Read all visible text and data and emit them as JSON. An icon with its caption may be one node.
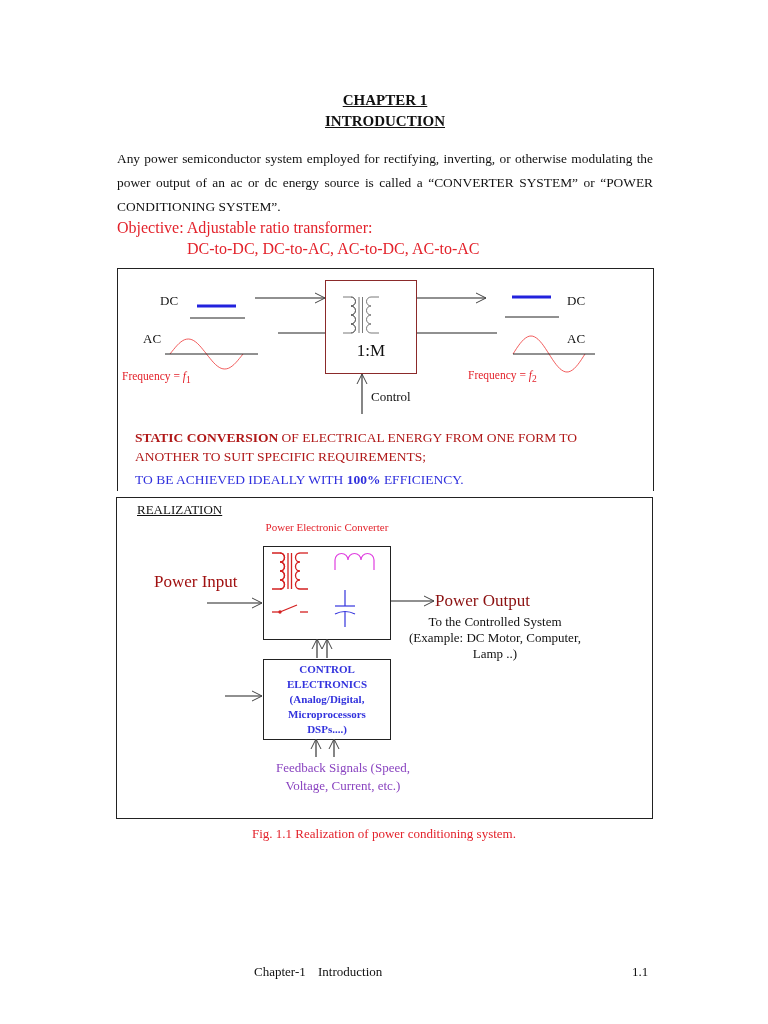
{
  "diagram": {
    "title": "CHAPTER 1 INTRODUCTION",
    "caption": "Fig. 1.1 Realization of power conditioning system.",
    "nodes": [
      {
        "text": [
          "1:M"
        ]
      },
      {
        "text": [
          "REALIZATION"
        ]
      },
      {
        "text": [
          "Power Electronic Converter"
        ],
        "in": 1
      },
      {
        "text": [
          "CONTROL ELECTRONICS (Analog/Digital, Microprocessors DSPs....)"
        ],
        "in": 1
      },
      {
        "text": [
          "Power Output"
        ],
        "beside": [
          "To the Controlled System (Example: DC Motor, Computer, Lamp ..)"
        ],
        "in": 1
      },
      {
        "text": [
          "Feedback Signals (Speed, Voltage, Current, etc.)"
        ],
        "in": 1
      }
    ],
    "edges": [
      {
        "from": null,
        "to": 0,
        "arrow": "to"
      },
      {
        "from": null,
        "to": 0,
        "arrow": "none"
      },
      {
        "from": 0,
        "to": null,
        "arrow": "to"
      },
      {
        "from": 0,
        "to": null,
        "arrow": "none"
      },
      {
        "from": null,
        "to": 0,
        "arrow": "to"
      },
      {
        "from": null,
        "to": 2,
        "arrow": "to"
      },
      {
        "from": 2,
        "to": 4,
        "arrow": "to"
      },
      {
        "from": 3,
        "to": 2,
        "arrow": "to"
      },
      {
        "from": 3,
        "to": 2,
        "arrow": "to"
      },
      {
        "from": null,
        "to": 3,
        "arrow": "to"
      },
      {
        "from": 5,
        "to": 3,
        "arrow": "to"
      },
      {
        "from": 5,
        "to": 3,
        "arrow": "to"
      }
    ],
    "labels": [
      "Any power semiconductor system employed for rectifying, inverting, or otherwise modulating the power output of an ac or dc energy source is called a “CONVERTER SYSTEM” or “POWER CONDITIONING SYSTEM”.",
      "Objective: Adjustable ratio transformer:",
      "DC-to-DC, DC-to-AC, AC-to-DC, AC-to-AC",
      "DC",
      "AC",
      "Frequency = *f*$_{1}$",
      "DC",
      "AC",
      "Frequency = *f*$_{2}$",
      "Control",
      "**STATIC CONVERSION** OF ELECTRICAL ENERGY FROM ONE FORM TO ANOTHER TO SUIT SPECIFIC REQUIREMENTS;",
      "TO BE ACHIEVED IDEALLY WITH **100%** EFFICIENCY.",
      "Power Input",
      "Chapter-1",
      "Introduction",
      "1.1"
    ]
  }
}
